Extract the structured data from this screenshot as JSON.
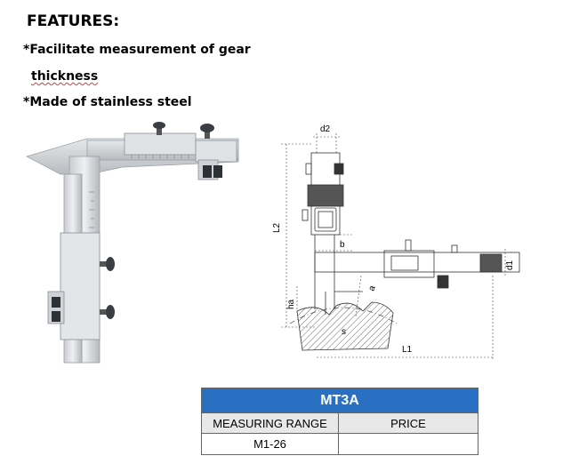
{
  "features": {
    "heading": "FEATURES:",
    "item1_line1": "*Facilitate measurement of gear",
    "item1_line2": "thickness",
    "item2": "*Made of stainless steel"
  },
  "diagram": {
    "labels": [
      "d2",
      "L2",
      "b",
      "d1",
      "a",
      "ha",
      "s",
      "L1"
    ]
  },
  "table": {
    "model": "MT3A",
    "headers": [
      "MEASURING RANGE",
      "PRICE"
    ],
    "rows": [
      {
        "range": "M1-26",
        "price": ""
      }
    ]
  },
  "colors": {
    "table_header_blue": "#2a70c2",
    "subheader_gray": "#e8e8e8"
  }
}
